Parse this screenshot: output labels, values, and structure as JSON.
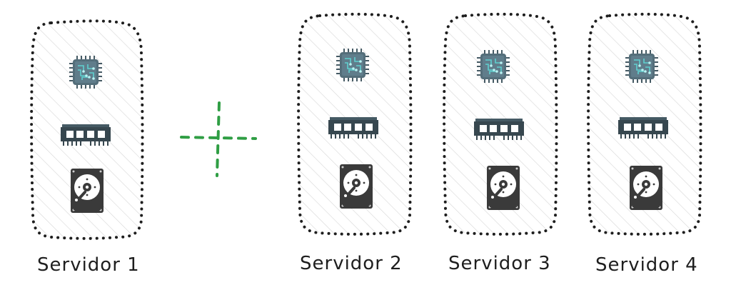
{
  "servers": [
    {
      "label": "Servidor 1",
      "components": [
        "cpu-icon",
        "ram-icon",
        "hdd-icon"
      ]
    },
    {
      "label": "Servidor 2",
      "components": [
        "cpu-icon",
        "ram-icon",
        "hdd-icon"
      ]
    },
    {
      "label": "Servidor 3",
      "components": [
        "cpu-icon",
        "ram-icon",
        "hdd-icon"
      ]
    },
    {
      "label": "Servidor 4",
      "components": [
        "cpu-icon",
        "ram-icon",
        "hdd-icon"
      ]
    }
  ],
  "operator": {
    "icon": "plus-icon",
    "color": "#2f9e44"
  },
  "colors": {
    "border": "#1e1e1e",
    "hatch": "#d0d0d0",
    "cpu_body": "#546e7a",
    "cpu_trace": "#5fd0d0",
    "chip_dark": "#37474f",
    "disk_dark": "#3a3a3a"
  }
}
